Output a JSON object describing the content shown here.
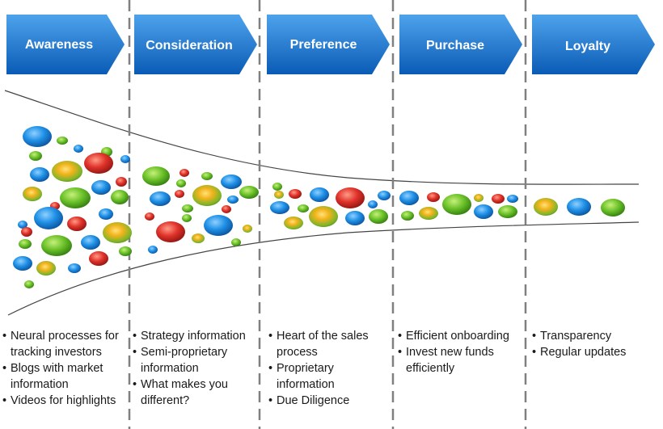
{
  "stages": [
    {
      "label": "Awareness",
      "bullets": [
        "Neural processes for tracking investors",
        "Blogs with market information",
        "Videos for highlights"
      ]
    },
    {
      "label": "Consideration",
      "bullets": [
        "Strategy information",
        "Semi-proprietary information",
        "What makes you different?"
      ]
    },
    {
      "label": "Preference",
      "bullets": [
        "Heart of the sales process",
        "Proprietary information",
        "Due Diligence"
      ]
    },
    {
      "label": "Purchase",
      "bullets": [
        "Efficient onboarding",
        "Invest new funds efficiently"
      ]
    },
    {
      "label": "Loyalty",
      "bullets": [
        "Transparency",
        "Regular updates"
      ]
    }
  ],
  "colors": {
    "arrow_top": "#4ea3ec",
    "arrow_bottom": "#0a5bb5",
    "blue": "#1e90e6",
    "green": "#6cc22a",
    "red": "#e0322a",
    "gold": "#f2b31c",
    "funnel_line": "#444444",
    "divider": "#808080"
  }
}
